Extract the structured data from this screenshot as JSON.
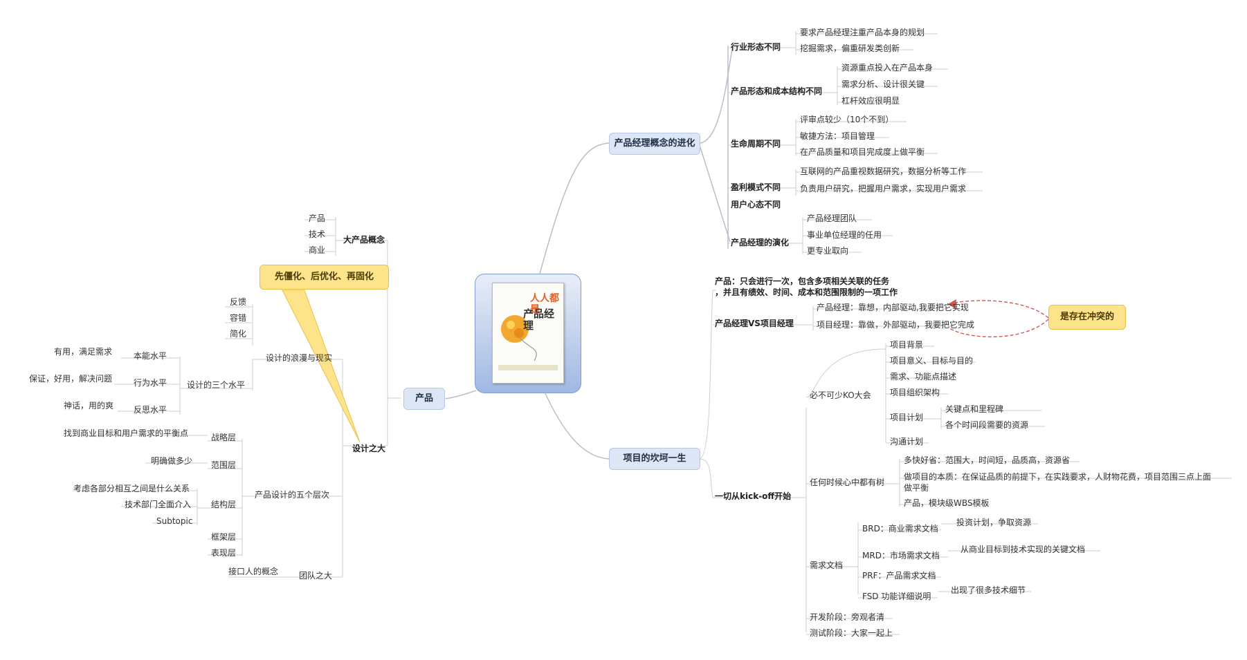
{
  "central": {
    "book_title_line1": "人人都是",
    "book_title_line2": "产品经理"
  },
  "branches": {
    "evolution": {
      "label": "产品经理概念的进化",
      "groups": [
        {
          "label": "行业形态不同",
          "items": [
            "要求产品经理注重产品本身的规划",
            "挖掘需求，偏重研发类创新"
          ]
        },
        {
          "label": "产品形态和成本结构不同",
          "items": [
            "资源重点投入在产品本身",
            "需求分析、设计很关键",
            "杠杆效应很明显"
          ]
        },
        {
          "label": "生命周期不同",
          "items": [
            "评审点较少（10个不到）",
            "敏捷方法：项目管理",
            "在产品质量和项目完成度上做平衡"
          ]
        },
        {
          "label": "盈利模式不同",
          "items": [
            "互联网的产品重视数据研究，数据分析等工作",
            "负责用户研究，把握用户需求，实现用户需求"
          ]
        },
        {
          "label": "用户心态不同",
          "items": []
        },
        {
          "label": "产品经理的演化",
          "items": [
            "产品经理团队",
            "事业单位经理的任用",
            "更专业取向"
          ]
        }
      ]
    },
    "project": {
      "label": "项目的坎坷一生",
      "definition_line1": "产品：只会进行一次，包含多项相关关联的任务",
      "definition_line2": "，并且有绩效、时间、成本和范围限制的一项工作",
      "vs": {
        "label": "产品经理VS项目经理",
        "items": [
          "产品经理：靠想，内部驱动,我要把它实现",
          "项目经理：靠做，外部驱动，我要把它完成"
        ],
        "callout": "是存在冲突的"
      },
      "kickoff": {
        "label": "一切从kick-off开始",
        "ko_meeting": {
          "label": "必不可少KO大会",
          "items": [
            "项目背景",
            "项目意义、目标与目的",
            "需求、功能点描述",
            "项目组织架构",
            "项目计划",
            "沟通计划"
          ],
          "plan_items": [
            "关键点和里程碑",
            "各个时间段需要的资源"
          ]
        },
        "tree": {
          "label": "任何时候心中都有树",
          "items": [
            "多快好省：范围大，时间短，品质高，资源省",
            "做项目的本质：在保证品质的前提下，在实践要求，人财物花费，项目范围三点上面",
            "做平衡",
            "产品，模块级WBS模板"
          ]
        },
        "docs": {
          "label": "需求文档",
          "items": [
            {
              "name": "BRD：商业需求文档",
              "note": "投资计划，争取资源"
            },
            {
              "name": "MRD：市场需求文档",
              "note": "从商业目标到技术实现的关键文档"
            },
            {
              "name": "PRF：产品需求文档",
              "note": ""
            },
            {
              "name": "FSD 功能详细说明",
              "note": "出现了很多技术细节"
            }
          ]
        },
        "dev": "开发阶段：旁观者清",
        "test": "测试阶段：大家一起上"
      }
    },
    "product": {
      "label": "产品",
      "big_concept": {
        "label": "大产品概念",
        "items": [
          "产品",
          "技术",
          "商业"
        ]
      },
      "callout": "先僵化、后优化、再固化",
      "design": {
        "label": "设计之大",
        "romance": {
          "label": "设计的浪漫与现实",
          "items": [
            "反馈",
            "容错",
            "简化"
          ]
        },
        "three": {
          "label": "设计的三个水平",
          "levels": [
            {
              "name": "本能水平",
              "note": "有用，满足需求"
            },
            {
              "name": "行为水平",
              "note": "保证，好用，解决问题"
            },
            {
              "name": "反思水平",
              "note": "神话，用的爽"
            }
          ]
        },
        "five": {
          "label": "产品设计的五个层次",
          "layers": [
            {
              "name": "战略层",
              "notes": [
                "找到商业目标和用户需求的平衡点"
              ]
            },
            {
              "name": "范围层",
              "notes": [
                "明确做多少"
              ]
            },
            {
              "name": "结构层",
              "notes": [
                "考虑各部分相互之间是什么关系",
                "技术部门全面介入",
                "Subtopic"
              ]
            },
            {
              "name": "框架层",
              "notes": []
            },
            {
              "name": "表现层",
              "notes": []
            }
          ]
        },
        "team": {
          "label": "团队之大",
          "items": [
            "接口人的概念"
          ]
        }
      }
    }
  },
  "colors": {
    "hub_fill": "#dde6f4",
    "callout_fill": "#fde48a",
    "line": "#aeb6c2",
    "arrow": "#d9534f"
  }
}
